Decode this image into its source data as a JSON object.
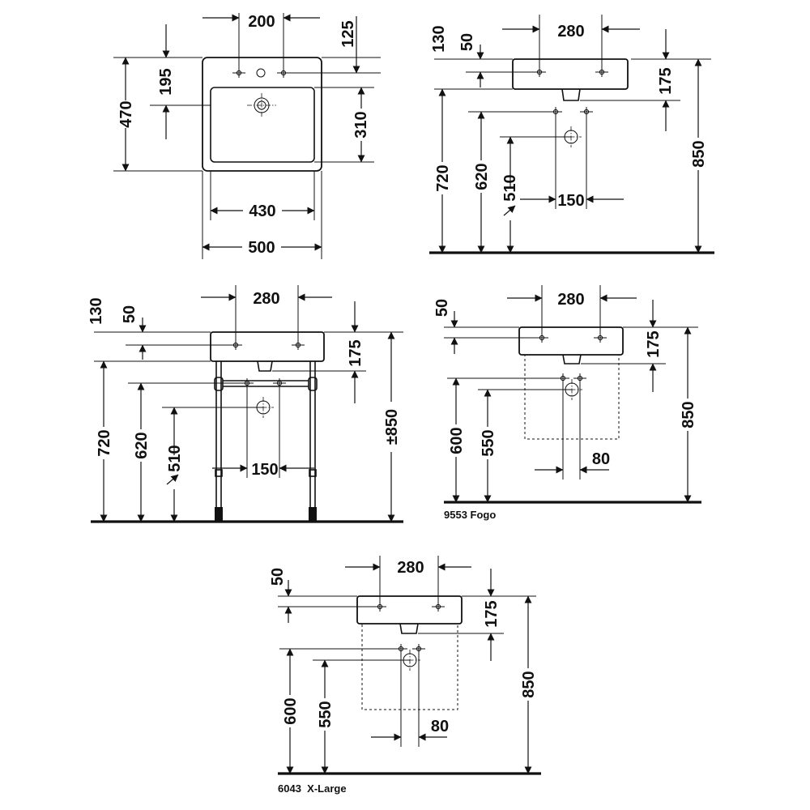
{
  "top_view": {
    "dim_tap_spacing": "200",
    "dim_tap_offset": "125",
    "dim_depth": "470",
    "dim_bowl_offset": "195",
    "dim_bowl_depth": "310",
    "dim_bowl_width": "430",
    "dim_width": "500"
  },
  "wall_view": {
    "dim_130": "130",
    "dim_50": "50",
    "dim_280": "280",
    "dim_175": "175",
    "dim_720": "720",
    "dim_620": "620",
    "dim_510": "510",
    "dim_150": "150",
    "dim_850": "850"
  },
  "frame_view": {
    "dim_130": "130",
    "dim_50": "50",
    "dim_280": "280",
    "dim_175": "175",
    "dim_720": "720",
    "dim_620": "620",
    "dim_510": "510",
    "dim_150": "150",
    "dim_850": "±850"
  },
  "fogo_view": {
    "dim_50": "50",
    "dim_280": "280",
    "dim_175": "175",
    "dim_600": "600",
    "dim_550": "550",
    "dim_80": "80",
    "dim_850": "850",
    "caption": "9553 Fogo"
  },
  "xlarge_view": {
    "dim_50": "50",
    "dim_280": "280",
    "dim_175": "175",
    "dim_600": "600",
    "dim_550": "550",
    "dim_80": "80",
    "dim_850": "850",
    "caption": "6043  X-Large"
  }
}
